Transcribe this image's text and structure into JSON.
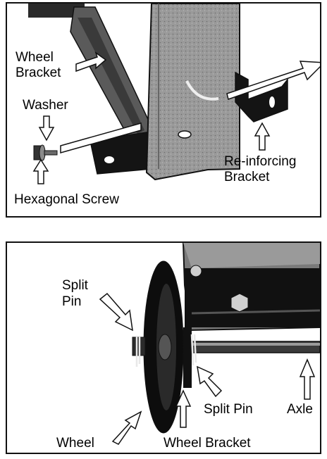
{
  "figure_top": {
    "labels": {
      "wheel_bracket": [
        "Wheel",
        "Bracket"
      ],
      "washer": "Washer",
      "hex_screw": "Hexagonal Screw",
      "reinforcing_bracket": [
        "Re-inforcing",
        "Bracket"
      ]
    }
  },
  "figure_bottom": {
    "labels": {
      "split_pin_left": [
        "Split",
        "Pin"
      ],
      "split_pin_right": "Split Pin",
      "axle": "Axle",
      "wheel": "Wheel",
      "wheel_bracket": "Wheel Bracket"
    }
  },
  "colors": {
    "steel": "#8a8a8a",
    "steel_dark": "#4a4a4a",
    "black": "#0d0d0d",
    "outline": "#111111"
  }
}
